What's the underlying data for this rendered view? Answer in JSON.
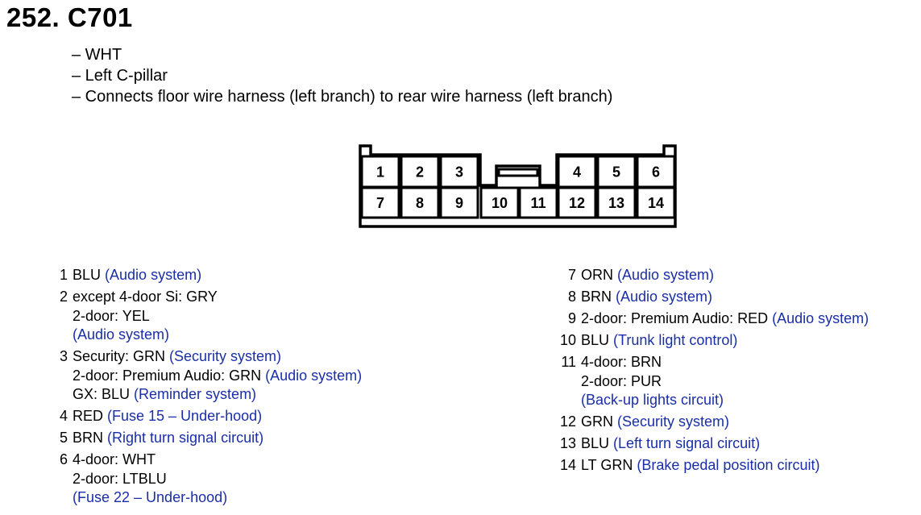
{
  "title": "252. C701",
  "description": [
    "– WHT",
    "– Left C-pillar",
    "– Connects floor wire harness (left branch) to rear wire harness (left branch)"
  ],
  "connector": {
    "top_row": [
      "1",
      "2",
      "3",
      "4",
      "5",
      "6"
    ],
    "bottom_row": [
      "7",
      "8",
      "9",
      "10",
      "11",
      "12",
      "13",
      "14"
    ]
  },
  "pins_left": [
    {
      "num": "1",
      "lines": [
        {
          "text": "BLU ",
          "sys": "(Audio system)"
        }
      ]
    },
    {
      "num": "2",
      "lines": [
        {
          "text": "except 4-door Si: GRY",
          "sys": ""
        },
        {
          "text": "2-door: YEL",
          "sys": ""
        },
        {
          "text": "",
          "sys": "(Audio system)"
        }
      ]
    },
    {
      "num": "3",
      "lines": [
        {
          "text": "Security: GRN ",
          "sys": "(Security system)"
        },
        {
          "text": "2-door: Premium Audio: GRN ",
          "sys": "(Audio system)"
        },
        {
          "text": "GX: BLU ",
          "sys": "(Reminder system)"
        }
      ]
    },
    {
      "num": "4",
      "lines": [
        {
          "text": "RED ",
          "sys": "(Fuse 15 – Under-hood)"
        }
      ]
    },
    {
      "num": "5",
      "lines": [
        {
          "text": "BRN ",
          "sys": "(Right turn signal circuit)"
        }
      ]
    },
    {
      "num": "6",
      "lines": [
        {
          "text": "4-door: WHT",
          "sys": ""
        },
        {
          "text": "2-door: LTBLU",
          "sys": ""
        },
        {
          "text": "",
          "sys": "(Fuse 22 – Under-hood)"
        }
      ]
    }
  ],
  "pins_right": [
    {
      "num": "7",
      "lines": [
        {
          "text": "ORN ",
          "sys": "(Audio system)"
        }
      ]
    },
    {
      "num": "8",
      "lines": [
        {
          "text": "BRN ",
          "sys": "(Audio system)"
        }
      ]
    },
    {
      "num": "9",
      "lines": [
        {
          "text": "2-door: Premium Audio: RED ",
          "sys": "(Audio system)"
        }
      ]
    },
    {
      "num": "10",
      "lines": [
        {
          "text": "BLU ",
          "sys": "(Trunk light control)"
        }
      ]
    },
    {
      "num": "11",
      "lines": [
        {
          "text": "4-door: BRN",
          "sys": ""
        },
        {
          "text": "2-door: PUR",
          "sys": ""
        },
        {
          "text": "",
          "sys": "(Back-up lights circuit)"
        }
      ]
    },
    {
      "num": "12",
      "lines": [
        {
          "text": "GRN ",
          "sys": "(Security system)"
        }
      ]
    },
    {
      "num": "13",
      "lines": [
        {
          "text": "BLU ",
          "sys": "(Left turn signal circuit)"
        }
      ]
    },
    {
      "num": "14",
      "lines": [
        {
          "text": "LT GRN ",
          "sys": "(Brake pedal position circuit)"
        }
      ]
    }
  ]
}
